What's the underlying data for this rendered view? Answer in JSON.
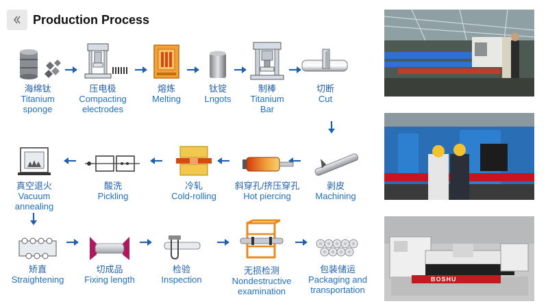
{
  "header": {
    "title": "Production Process",
    "back_icon": "chevron-double-left-icon"
  },
  "steps": [
    {
      "zh": "海绵钛",
      "en": [
        "Titanium",
        "sponge"
      ],
      "icon": "titanium-sponge-icon"
    },
    {
      "zh": "压电极",
      "en": [
        "Compacting",
        "electrodes"
      ],
      "icon": "press-icon"
    },
    {
      "zh": "熔炼",
      "en": [
        "Melting"
      ],
      "icon": "furnace-icon"
    },
    {
      "zh": "钛锭",
      "en": [
        "Lngots"
      ],
      "icon": "ingot-icon"
    },
    {
      "zh": "制棒",
      "en": [
        "Titanium",
        "Bar"
      ],
      "icon": "forging-press-icon"
    },
    {
      "zh": "切断",
      "en": [
        "Cut"
      ],
      "icon": "cutting-icon"
    },
    {
      "zh": "剥皮",
      "en": [
        "Machining"
      ],
      "icon": "machining-icon"
    },
    {
      "zh": "斜穿孔/挤压穿孔",
      "en": [
        "Hot piercing"
      ],
      "icon": "hot-piercing-icon"
    },
    {
      "zh": "冷轧",
      "en": [
        "Cold-rolling"
      ],
      "icon": "cold-rolling-icon"
    },
    {
      "zh": "酸洗",
      "en": [
        "Pickling"
      ],
      "icon": "pickling-tank-icon"
    },
    {
      "zh": "真空退火",
      "en": [
        "Vacuum",
        "annealing"
      ],
      "icon": "vacuum-furnace-icon"
    },
    {
      "zh": "矫直",
      "en": [
        "Straightening"
      ],
      "icon": "straightening-icon"
    },
    {
      "zh": "切成品",
      "en": [
        "Fixing length"
      ],
      "icon": "tube-cutting-icon"
    },
    {
      "zh": "检验",
      "en": [
        "Inspection"
      ],
      "icon": "caliper-icon"
    },
    {
      "zh": "无损检测",
      "en": [
        "Nondestructive",
        "examination"
      ],
      "icon": "ndt-rack-icon"
    },
    {
      "zh": "包装储运",
      "en": [
        "Packaging and",
        "transportation"
      ],
      "icon": "tube-bundle-icon"
    }
  ],
  "photos": [
    {
      "subject": "factory-line-photo"
    },
    {
      "subject": "workers-with-machine-photo"
    },
    {
      "subject": "lathe-photo",
      "brand": "BOSHU"
    }
  ],
  "colors": {
    "arrow": "#1f5fad",
    "label_zh": "#1f5fad",
    "label_en": "#1f6fc0",
    "accent_orange": "#e8891a",
    "accent_magenta": "#b0175d"
  }
}
